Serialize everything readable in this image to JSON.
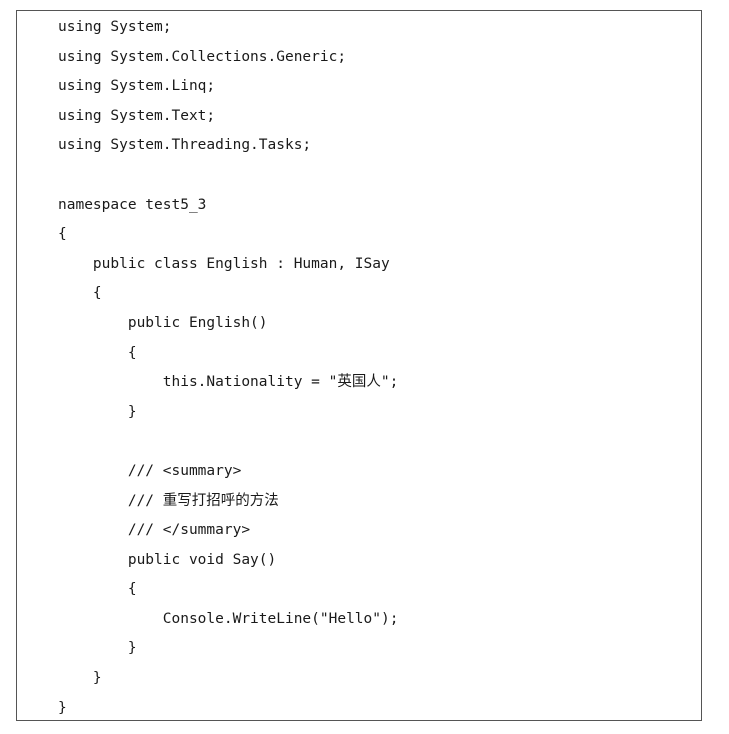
{
  "code": {
    "lines": [
      "using System;",
      "using System.Collections.Generic;",
      "using System.Linq;",
      "using System.Text;",
      "using System.Threading.Tasks;",
      "",
      "namespace test5_3",
      "{",
      "    public class English : Human, ISay",
      "    {",
      "        public English()",
      "        {",
      "            this.Nationality = \"英国人\";",
      "        }",
      "",
      "        /// <summary>",
      "        /// 重写打招呼的方法",
      "        /// </summary>",
      "        public void Say()",
      "        {",
      "            Console.WriteLine(\"Hello\");",
      "        }",
      "    }",
      "}"
    ]
  }
}
